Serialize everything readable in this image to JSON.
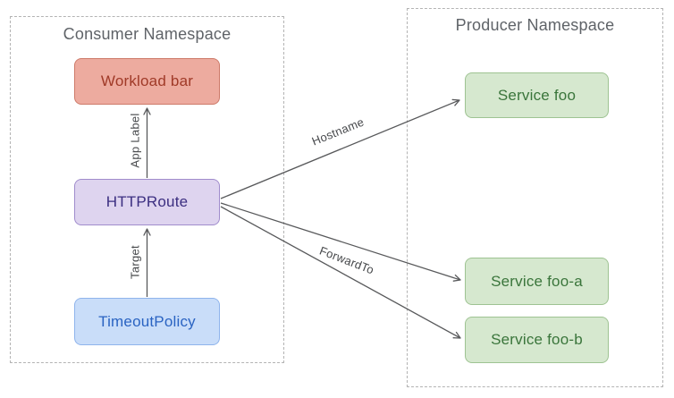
{
  "namespaces": {
    "consumer": {
      "title": "Consumer Namespace"
    },
    "producer": {
      "title": "Producer Namespace"
    }
  },
  "nodes": {
    "workload_bar": {
      "label": "Workload bar",
      "palette": "red"
    },
    "httproute": {
      "label": "HTTPRoute",
      "palette": "purple"
    },
    "timeoutpolicy": {
      "label": "TimeoutPolicy",
      "palette": "blue"
    },
    "service_foo": {
      "label": "Service foo",
      "palette": "green"
    },
    "service_foo_a": {
      "label": "Service foo-a",
      "palette": "green"
    },
    "service_foo_b": {
      "label": "Service foo-b",
      "palette": "green"
    }
  },
  "edges": {
    "app_label": {
      "label": "App Label",
      "from": "httproute",
      "to": "workload_bar"
    },
    "target": {
      "label": "Target",
      "from": "timeoutpolicy",
      "to": "httproute"
    },
    "hostname": {
      "label": "Hostname",
      "from": "httproute",
      "to": "service_foo"
    },
    "forward_to": {
      "label": "ForwardTo",
      "from": "httproute",
      "to": [
        "service_foo_a",
        "service_foo_b"
      ]
    }
  },
  "palettes": {
    "red": {
      "fill": "#edab9f",
      "border": "#cd7a69",
      "text": "#a03a28"
    },
    "purple": {
      "fill": "#ded4ef",
      "border": "#a violet",
      "text": "#3b2e80"
    },
    "blue": {
      "fill": "#c9ddf9",
      "border": "#8fb4ec",
      "text": "#2a63c2"
    },
    "green": {
      "fill": "#d6e8cf",
      "border": "#9ec392",
      "text": "#3a753b"
    }
  },
  "css_vars": {
    "canvas-bg": "#ffffff",
    "frame-border": "#b3b3b3",
    "title-color": "#5f6368",
    "arrow-color": "#58595b",
    "label-color": "#46484b"
  }
}
